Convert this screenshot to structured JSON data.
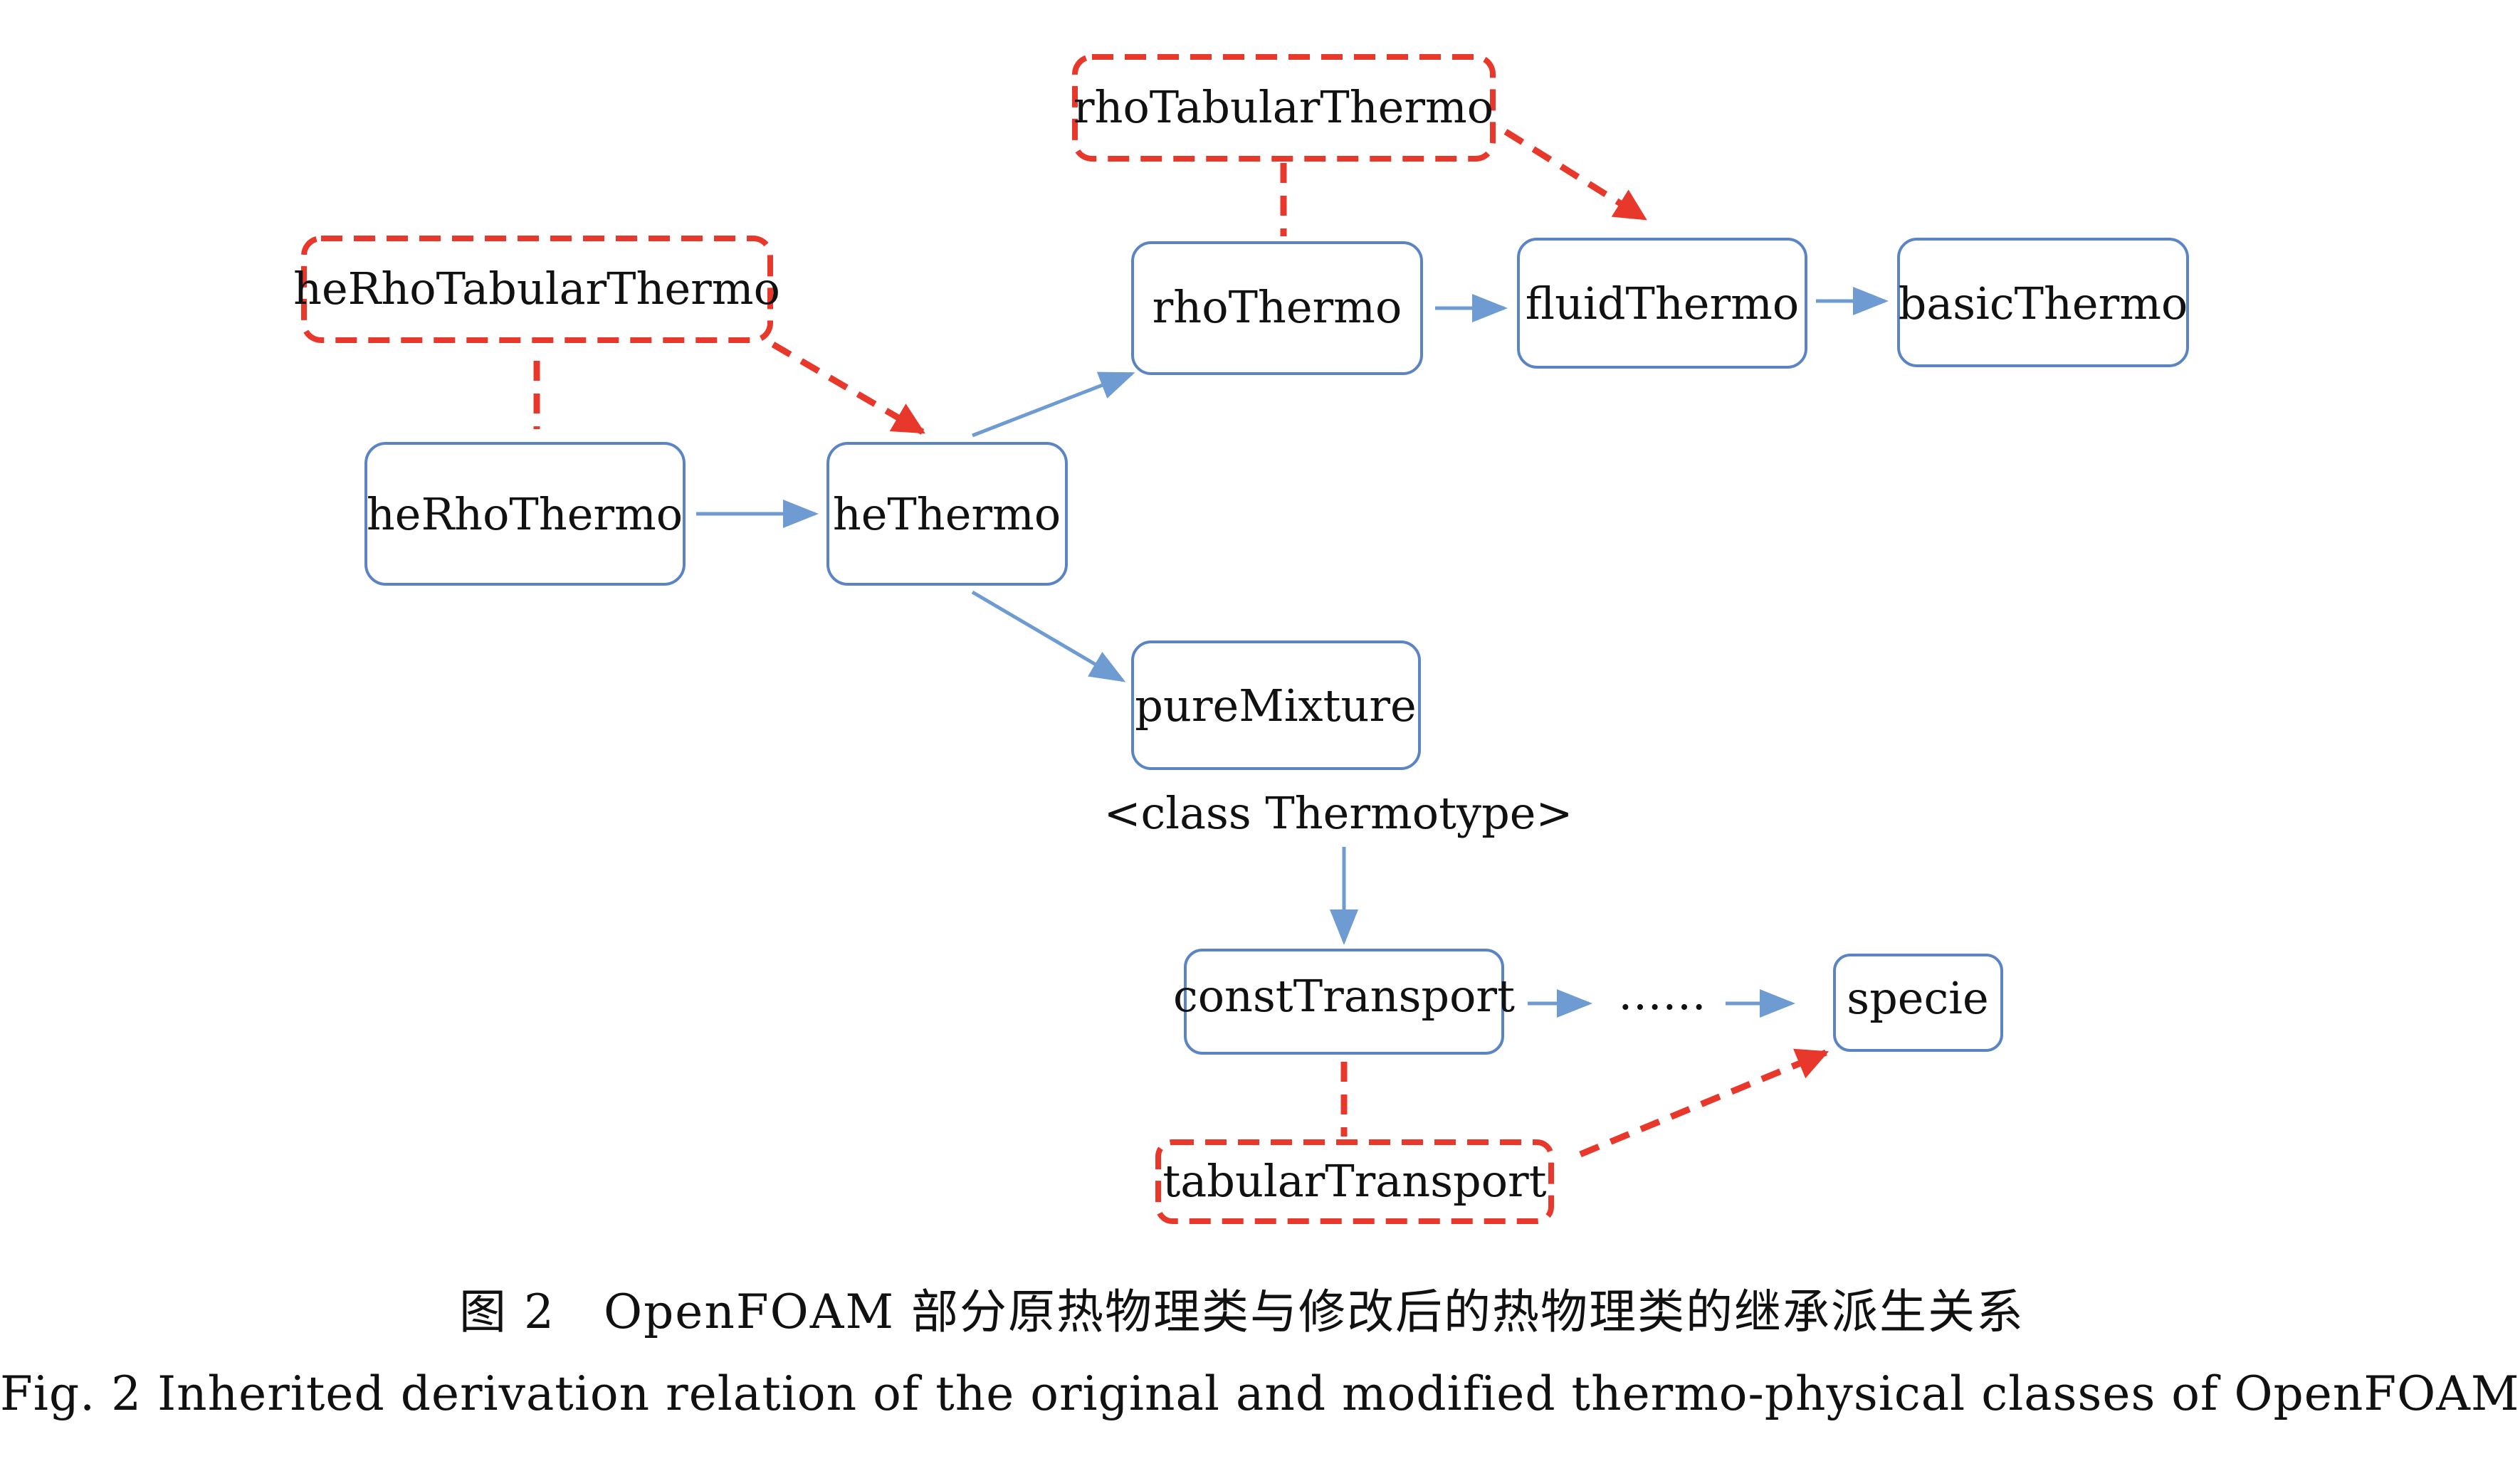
{
  "colors": {
    "node_border": "#5b84c4",
    "edge_solid": "#6d9bd2",
    "dashed": "#e8382b",
    "text": "#111111"
  },
  "nodes": {
    "rhoTabularThermo": "rhoTabularThermo",
    "heRhoTabularThermo": "heRhoTabularThermo",
    "rhoThermo": "rhoThermo",
    "fluidThermo": "fluidThermo",
    "basicThermo": "basicThermo",
    "heRhoThermo": "heRhoThermo",
    "heThermo": "heThermo",
    "pureMixture": "pureMixture",
    "constTransport": "constTransport",
    "specie": "specie",
    "tabularTransport": "tabularTransport"
  },
  "template_label": "<class Thermotype>",
  "ellipsis": "……",
  "caption": {
    "cn": "图 2　OpenFOAM 部分原热物理类与修改后的热物理类的继承派生关系",
    "en": "Fig. 2   Inherited derivation relation of the original and modified thermo-physical classes of OpenFOAM"
  }
}
